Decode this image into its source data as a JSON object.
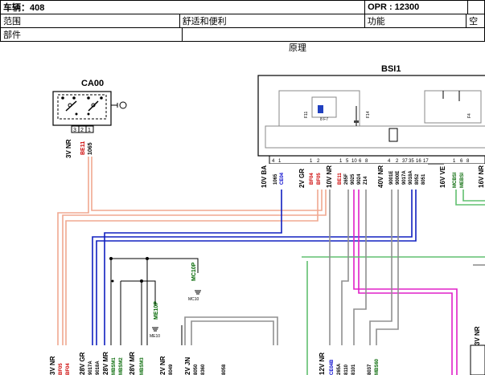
{
  "header": {
    "vehicle_label": "车辆：408",
    "opr_label": "OPR : 12300",
    "scope_label": "范围",
    "scope_value": "舒适和便利",
    "function_label": "功能",
    "function_value_partial": "空",
    "part_label": "部件"
  },
  "subtitle": "原理",
  "components": {
    "ca00": "CA00",
    "bsi1": "BSI1"
  },
  "ca00_connector": {
    "pins": [
      "3",
      "2",
      "1"
    ],
    "wire_color": "3V NR",
    "wire_codes": [
      "BE11",
      "1065"
    ]
  },
  "bsi_connectors": [
    {
      "color": "10V BA",
      "pins": [
        "4",
        "1"
      ],
      "wires": [
        "1065",
        "CE04"
      ]
    },
    {
      "color": "2V GR",
      "pins": [
        "1",
        "2"
      ],
      "wires": [
        "BF04",
        "BF05"
      ]
    },
    {
      "color": "10V NR",
      "pins": [
        "1",
        "5",
        "10",
        "6",
        "8"
      ],
      "wires": [
        "BE11",
        "265F",
        "9025",
        "9024",
        "Z14"
      ]
    },
    {
      "color": "40V NR",
      "pins": [
        "4",
        "2",
        "37",
        "35",
        "16",
        "17"
      ],
      "wires": [
        "9001E",
        "9000E",
        "9017A",
        "9018A",
        "8052",
        "8051"
      ]
    },
    {
      "color": "16V VE",
      "pins": [
        "1",
        "6",
        "8"
      ],
      "wires": [
        "MCBSI",
        "MEBSI"
      ]
    },
    {
      "color": "16V NR",
      "pins": [],
      "wires": []
    }
  ],
  "internal_labels": [
    "F11",
    "F14",
    "F4",
    "8 F7"
  ],
  "ground_labels": [
    "MC10P",
    "MC10",
    "ME10P",
    "ME10"
  ],
  "bottom_connectors": [
    {
      "color": "3V NR",
      "wires": [
        "BF05",
        "BF04"
      ]
    },
    {
      "color": "28V GR",
      "wires": [
        "9017A",
        "9018A"
      ]
    },
    {
      "color": "28V MR",
      "wires": [
        "MBSM1",
        "MBSM2"
      ]
    },
    {
      "color": "28V MR",
      "wires": [
        "MBSM3"
      ]
    },
    {
      "color": "2V NR",
      "wires": [
        "8049"
      ]
    },
    {
      "color": "2V JN",
      "wires": [
        "8050",
        "8360"
      ]
    },
    {
      "color": "",
      "wires": [
        "8058"
      ]
    },
    {
      "color": "12V NR",
      "wires": [
        "CE04B",
        "265A",
        "8110",
        "8101"
      ]
    },
    {
      "color": "",
      "wires": [
        "8037",
        "MBS60"
      ]
    },
    {
      "color": "3V NR",
      "wires": []
    }
  ],
  "colors": {
    "red_text": "#cc0000",
    "green_text": "#006600",
    "blue_text": "#0000cc",
    "blue_wire": "#1020c0",
    "magenta_wire": "#e020c8",
    "pink_wire": "#f0a890",
    "green_wire": "#60c070",
    "grey_wire": "#909090"
  }
}
